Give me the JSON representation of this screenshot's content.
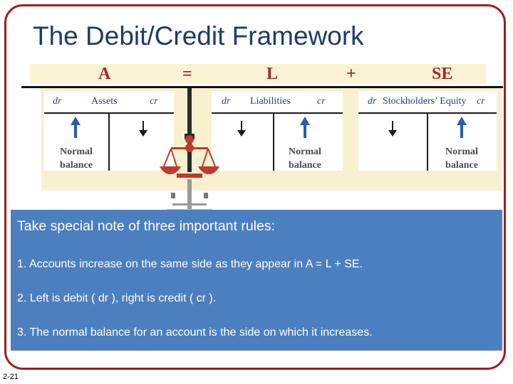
{
  "slide": {
    "title": "The Debit/Credit Framework",
    "number": "2-21"
  },
  "equation": {
    "a": "A",
    "eq": "=",
    "l": "L",
    "plus": "+",
    "se": "SE"
  },
  "taccounts": {
    "assets": {
      "dr": "dr",
      "name": "Assets",
      "cr": "cr",
      "normal_1": "Normal",
      "normal_2": "balance"
    },
    "liabilities": {
      "dr": "dr",
      "name": "Liabilities",
      "cr": "cr",
      "normal_1": "Normal",
      "normal_2": "balance"
    },
    "equity": {
      "dr": "dr",
      "name": "Stockholders’ Equity",
      "cr": "cr",
      "normal_1": "Normal",
      "normal_2": "balance"
    }
  },
  "rules": {
    "intro": "Take special note of three important rules:",
    "r1": "1.  Accounts increase on the same side as they appear in A =  L  + SE.",
    "r2": "2.  Left is debit ( dr ), right is credit ( cr ).",
    "r3": "3. The normal balance for an account is the side on which it increases."
  },
  "colors": {
    "title": "#1e3c67",
    "frame": "#9c1f1f",
    "rules_bg": "#4c7fbf",
    "arrow_up": "#2a5caa",
    "equation": "#a0272d",
    "scale": "#c0392b"
  }
}
